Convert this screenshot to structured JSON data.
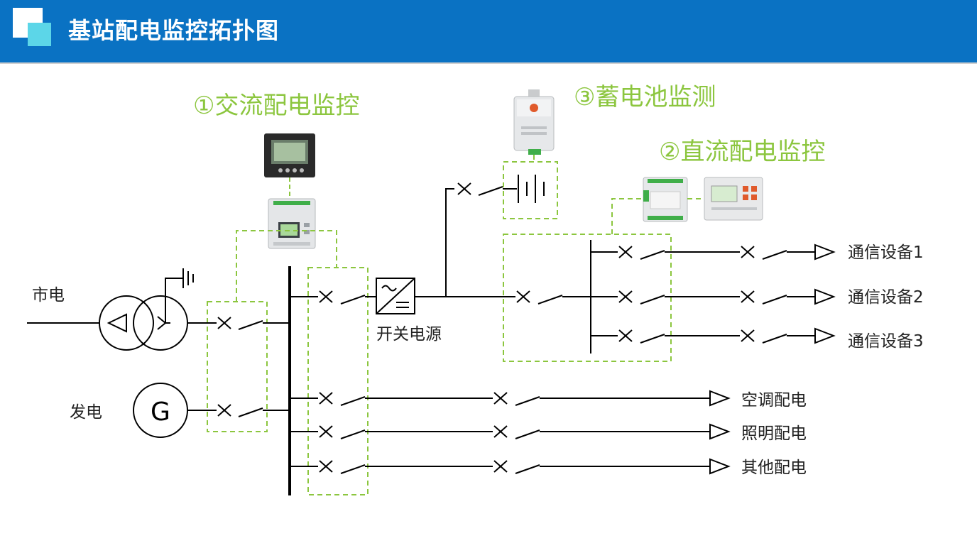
{
  "header": {
    "title": "基站配电监控拓扑图"
  },
  "modules": {
    "ac": "①交流配电监控",
    "battery": "③蓄电池监测",
    "dc": "②直流配电监控"
  },
  "sources": {
    "mains": "市电",
    "generator": "发电",
    "generator_symbol": "G"
  },
  "converter": {
    "label": "开关电源"
  },
  "comm_loads": [
    "通信设备1",
    "通信设备2",
    "通信设备3"
  ],
  "ac_loads": [
    "空调配电",
    "照明配电",
    "其他配电"
  ],
  "colors": {
    "header_bg": "#0a72c3",
    "logo_cyan": "#5cd6e8",
    "module_green": "#8cc63f",
    "dash_green": "#8cc63f",
    "line": "#000000"
  }
}
